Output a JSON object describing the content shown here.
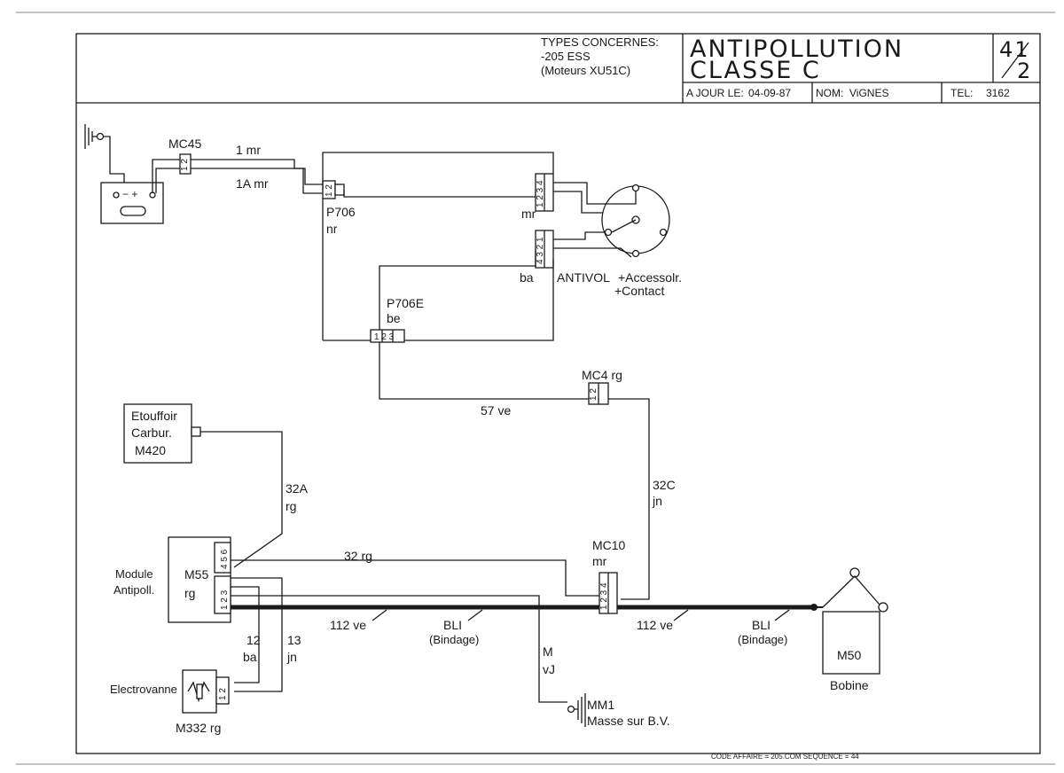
{
  "header": {
    "types_title": "TYPES CONCERNES:",
    "types_line1": "-205 ESS",
    "types_line2": "(Moteurs XU51C)",
    "title_line1": "ANTIPOLLUTION",
    "title_line2": "CLASSE C",
    "page_num": "41",
    "page_den": "2",
    "date_label": "A JOUR LE:",
    "date_value": "04-09-87",
    "nom_label": "NOM:",
    "nom_value": "ViGNES",
    "tel_label": "TEL:",
    "tel_value": "3162"
  },
  "components": {
    "mc45": "MC45",
    "battery_pins": "1 2",
    "battery_polarity": "−   +",
    "p706_pins": "1 2",
    "p706": "P706",
    "p706_color": "nr",
    "antivol_pins_top": "1 2 3 4",
    "antivol_pins_bottom": "4 3 2 1",
    "mr_label": "mr",
    "ba_label": "ba",
    "antivol": "ANTIVOL",
    "accessoir": "+Accessolr.",
    "contact": "+Contact",
    "p706e": "P706E",
    "p706e_color": "be",
    "p706e_pins": "1 2 3",
    "mc4": "MC4 rg",
    "mc4_pins": "1 2",
    "etouffoir_1": "Etouffoir",
    "etouffoir_2": "Carbur.",
    "etouffoir_3": "M420",
    "module_1": "Module",
    "module_2": "Antipoll.",
    "m55": "M55",
    "m55_color": "rg",
    "m55_pins_top": "4 5 6",
    "m55_pins_bottom": "1 2 3",
    "mc10": "MC10",
    "mc10_color": "mr",
    "mc10_pins": "1 2 3 4",
    "electrovanne": "Electrovanne",
    "m332": "M332 rg",
    "m332_pins": "1 2",
    "mm1": "MM1",
    "masse": "Masse sur B.V.",
    "m50": "M50",
    "bobine": "Bobine"
  },
  "wires": {
    "w1": "1 mr",
    "w1a": "1A mr",
    "w57": "57 ve",
    "w32a": "32A",
    "w32a_color": "rg",
    "w32": "32 rg",
    "w32c": "32C",
    "w32c_color": "jn",
    "w112_left": "112 ve",
    "w112_right": "112 ve",
    "bli_left": "BLI",
    "bindage_left": "(Bindage)",
    "bli_right": "BLI",
    "bindage_right": "(Bindage)",
    "w12": "12",
    "w12_color": "ba",
    "w13": "13",
    "w13_color": "jn",
    "m_label": "M",
    "m_color": "vJ"
  },
  "footer": {
    "code": "CODE AFFAIRE = 205.COM SEQUENCE = 44"
  }
}
